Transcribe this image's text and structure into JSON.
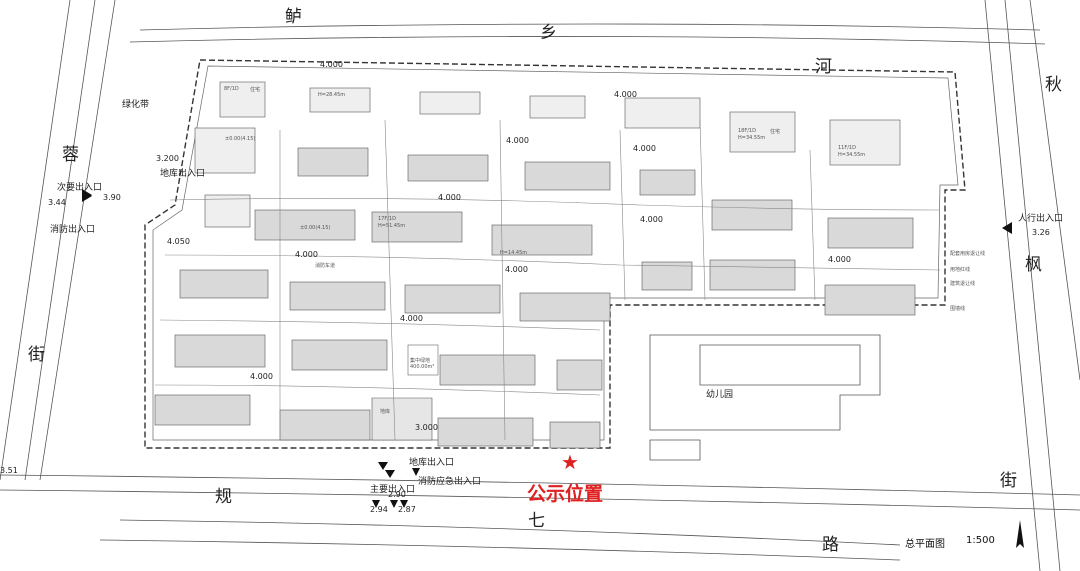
{
  "roads": {
    "top": [
      "鲈",
      "乡",
      "河"
    ],
    "right": [
      "秋",
      "枫",
      "街"
    ],
    "bottom": [
      "规",
      "七",
      "路"
    ],
    "left": [
      "蓉",
      "街"
    ]
  },
  "site_labels": {
    "green_belt": "绿化带",
    "secondary_entrance": "次要出入口",
    "fire_entrance": "消防出入口",
    "garage_entrance_left": "地库出入口",
    "pedestrian_entrance": "人行出入口",
    "garage_entrance_bottom": "地库出入口",
    "fire_emergency_entrance": "消防应急出入口",
    "main_entrance": "主要出入口",
    "kindergarten": "幼儿园",
    "central_green": "集中绿地",
    "central_green_area": "400.00m²",
    "fire_lane": "消防车道",
    "ground_garage": "地库",
    "box_transformer": "配套用房退让线",
    "setback_line": "用地红线",
    "building_setback": "建筑退让线",
    "fence": "围墙线"
  },
  "elevations": [
    "4.000",
    "4.000",
    "4.000",
    "4.000",
    "4.000",
    "4.000",
    "4.000",
    "4.000",
    "4.000",
    "4.000",
    "4.000",
    "3.200",
    "3.90",
    "3.44",
    "3.26",
    "3.51",
    "2.94",
    "2.87",
    "2.90",
    "4.050",
    "3.000"
  ],
  "notice": {
    "text": "公示位置",
    "marker": "star-icon",
    "color": "#e02020"
  },
  "title_block": {
    "title": "总平面图",
    "scale": "1:500",
    "north": "north-arrow-icon"
  },
  "building_labels": [
    "8F/1D",
    "住宅",
    "H=28.45m",
    "±0.00(4.15)",
    "18F/1D",
    "H=34.55m",
    "住宅",
    "17F/1D",
    "H=51.45m",
    "11F/1D",
    "H=34.55m",
    "H=14.45m",
    "±0.00(4.15)"
  ]
}
